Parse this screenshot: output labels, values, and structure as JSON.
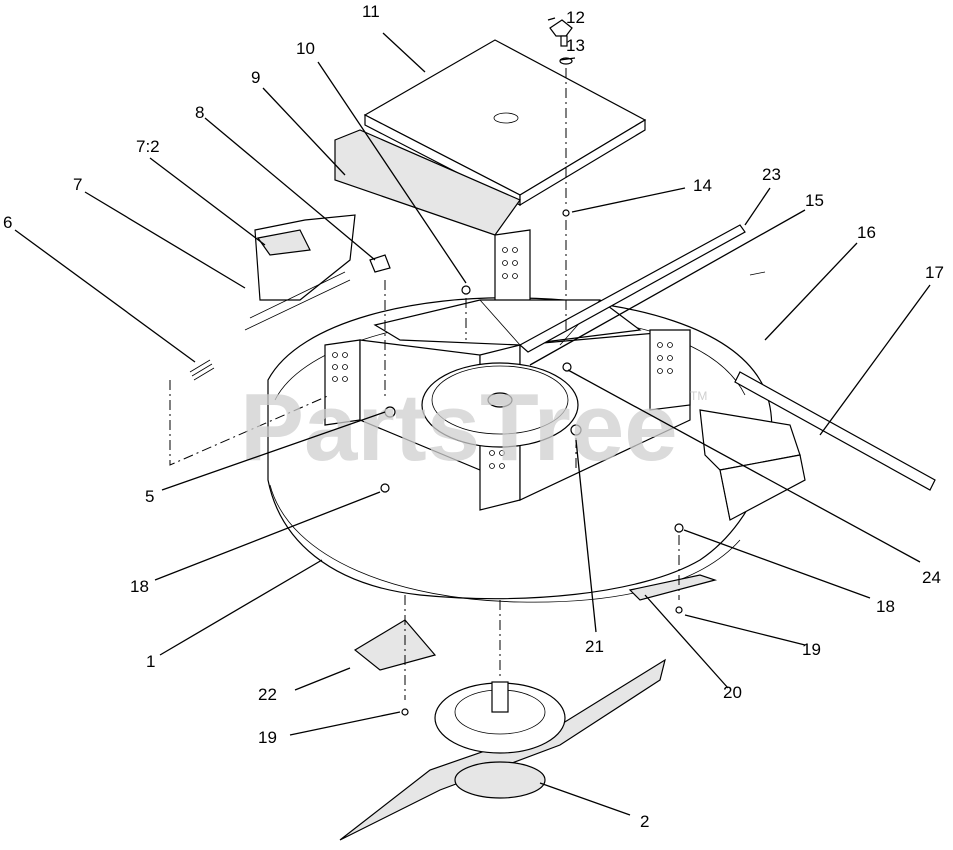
{
  "watermark": {
    "text": "PartsTree",
    "tm": "TM"
  },
  "callouts": [
    {
      "id": "c11",
      "label": "11"
    },
    {
      "id": "c12",
      "label": "12"
    },
    {
      "id": "c13",
      "label": "13"
    },
    {
      "id": "c10",
      "label": "10"
    },
    {
      "id": "c9",
      "label": "9"
    },
    {
      "id": "c8",
      "label": "8"
    },
    {
      "id": "c72",
      "label": "7:2"
    },
    {
      "id": "c7",
      "label": "7"
    },
    {
      "id": "c6",
      "label": "6"
    },
    {
      "id": "c14",
      "label": "14"
    },
    {
      "id": "c23",
      "label": "23"
    },
    {
      "id": "c15",
      "label": "15"
    },
    {
      "id": "c16",
      "label": "16"
    },
    {
      "id": "c17",
      "label": "17"
    },
    {
      "id": "c5",
      "label": "5"
    },
    {
      "id": "c24",
      "label": "24"
    },
    {
      "id": "c18a",
      "label": "18"
    },
    {
      "id": "c18b",
      "label": "18"
    },
    {
      "id": "c21",
      "label": "21"
    },
    {
      "id": "c1",
      "label": "1"
    },
    {
      "id": "c19b",
      "label": "19"
    },
    {
      "id": "c20",
      "label": "20"
    },
    {
      "id": "c22",
      "label": "22"
    },
    {
      "id": "c19a",
      "label": "19"
    },
    {
      "id": "c2",
      "label": "2"
    }
  ]
}
